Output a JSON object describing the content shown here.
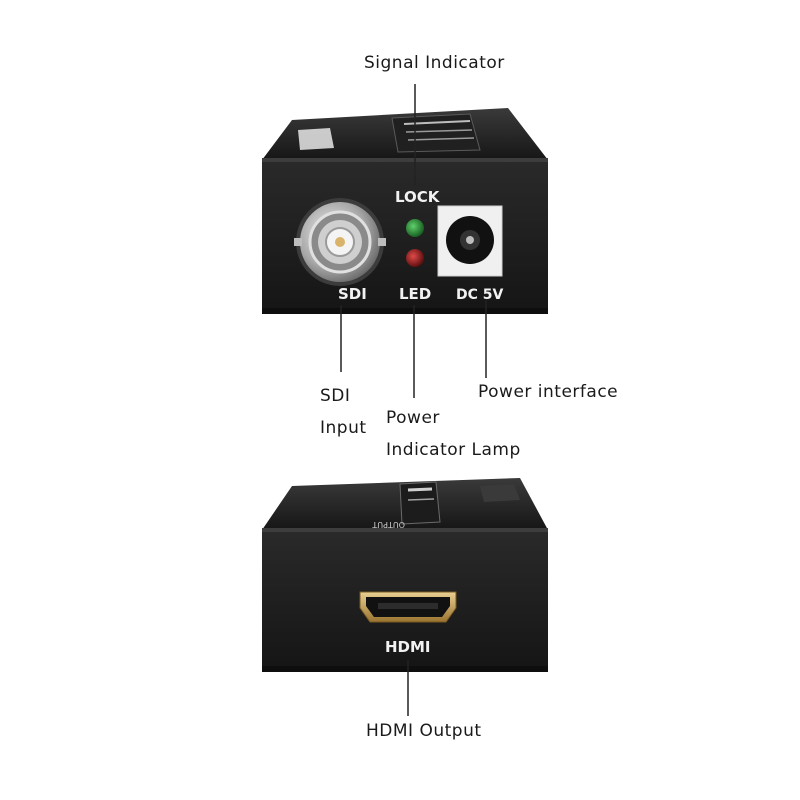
{
  "callouts": {
    "signal_indicator": "Signal Indicator",
    "sdi_input_line1": "SDI",
    "sdi_input_line2": "Input",
    "power_lamp_line1": "Power",
    "power_lamp_line2": "Indicator Lamp",
    "power_interface": "Power interface",
    "hdmi_output": "HDMI Output"
  },
  "device_top": {
    "lock_label": "LOCK",
    "sdi_label": "SDI",
    "led_label": "LED",
    "dc_label": "DC 5V"
  },
  "device_bottom": {
    "hdmi_label": "HDMI",
    "output_label": "OUTPUT"
  },
  "colors": {
    "background": "#ffffff",
    "device_body": "#1b1b1b",
    "device_face": "#222222",
    "lock_led": "#1f8a2e",
    "power_led": "#9a1515",
    "connector_metal": "#c9c9c9",
    "hdmi_gold": "#c9a15a"
  }
}
